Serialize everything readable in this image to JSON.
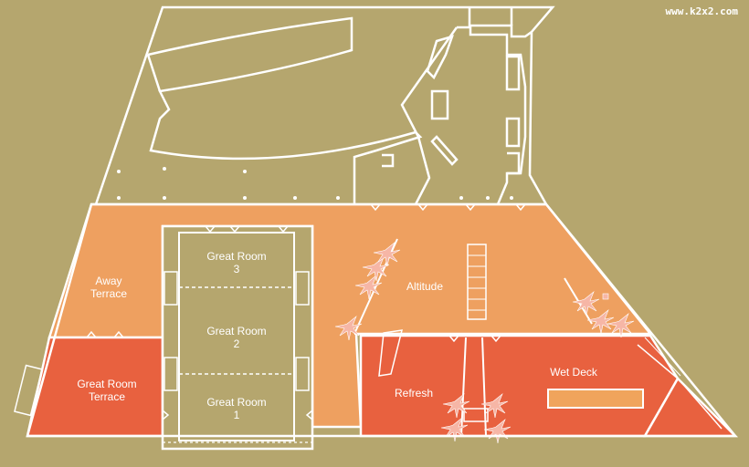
{
  "watermark": "www.k2x2.com",
  "rooms": {
    "away_terrace": {
      "line1": "Away",
      "line2": "Terrace",
      "color": "#eea060"
    },
    "great_room_3": {
      "line1": "Great Room",
      "line2": "3",
      "color": "#b5a66e"
    },
    "great_room_2": {
      "line1": "Great Room",
      "line2": "2",
      "color": "#b5a66e"
    },
    "great_room_1": {
      "line1": "Great Room",
      "line2": "1",
      "color": "#b5a66e"
    },
    "great_room_terrace": {
      "line1": "Great Room",
      "line2": "Terrace",
      "color": "#e8613f"
    },
    "altitude": {
      "name": "Altitude",
      "color": "#eea060"
    },
    "refresh": {
      "name": "Refresh",
      "color": "#e8613f"
    },
    "wet_deck": {
      "name": "Wet Deck",
      "color": "#e8613f"
    }
  },
  "colors": {
    "background": "#b5a66e",
    "wall": "#ffffff",
    "orange_light": "#eea060",
    "orange_dark": "#e8613f",
    "pool": "#f0a45c",
    "palm": "#f6b6a6"
  }
}
